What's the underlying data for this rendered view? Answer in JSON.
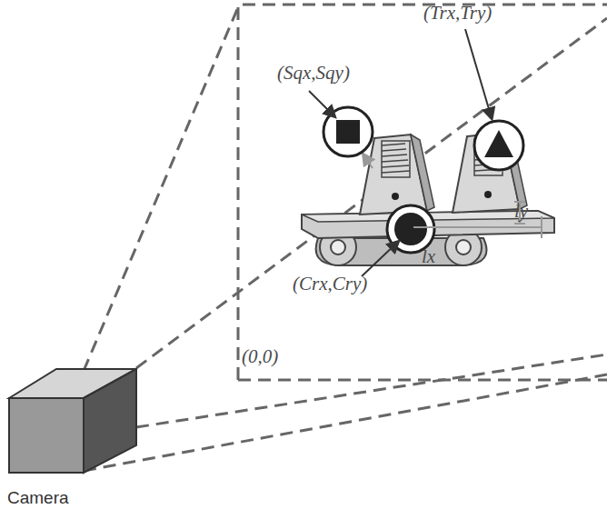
{
  "diagram": {
    "nodes": [
      {
        "text": [
          "Camera"
        ]
      }
    ],
    "edges": [],
    "labels": [
      "(Sqx,Sqy)",
      "(Trx,Try)",
      "(Crx,Cry)",
      "lx",
      "ly",
      "(0,0)"
    ]
  }
}
